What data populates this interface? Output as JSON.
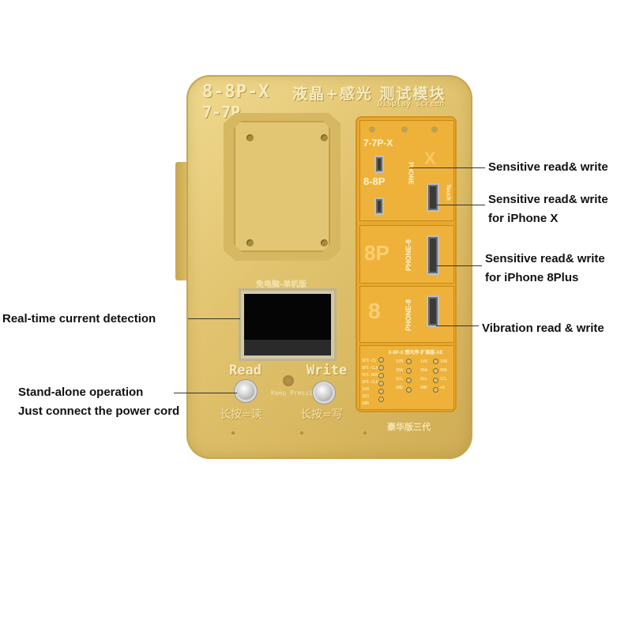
{
  "board": {
    "title_main": "8-8P-X",
    "title_sub": "7-7P",
    "title_cn": "液晶+感光 测试模块",
    "display_label": "Display screen",
    "lcd_label_cn": "免电脑-单机版",
    "read_label": "Read",
    "write_label": "Write",
    "keep_pressing": "Keep Pressing",
    "read_hint_cn": "长按=读",
    "write_hint_cn": "长按=写",
    "bottom_cn": "豪华版三代"
  },
  "pcb": {
    "sec1_top": "7-7P-X",
    "sec1_mid": "8-8P",
    "sec1_x": "X",
    "sec1_phone": "PHONE",
    "sec1_touch": "Touch",
    "sec2_big": "8P",
    "sec2_phone": "PHONE-8",
    "sec3_big": "8",
    "sec3_phone": "PHONE-8",
    "sec4_header": "8-8P-X 感光序-扩展版-AE",
    "pins_left": [
      "SPI-CS",
      "SPI-CLK",
      "SPI-MOSI",
      "SPI-CLK",
      "1V8",
      "3V3",
      "GND"
    ],
    "pins_right": [
      "1V8",
      "SDA",
      "SCL",
      "GND"
    ],
    "pins_far": [
      "1V8",
      "SDA",
      "SCL",
      "+5"
    ]
  },
  "callouts": {
    "sensitive": "Sensitive read& write",
    "sensitive_x_1": "Sensitive read& write",
    "sensitive_x_2": "for iPhone X",
    "sensitive_8p_1": "Sensitive read& write",
    "sensitive_8p_2": "for iPhone 8Plus",
    "vibration": "Vibration read & write",
    "current": "Real-time current detection",
    "standalone_1": "Stand-alone operation",
    "standalone_2": "Just connect the power cord"
  }
}
